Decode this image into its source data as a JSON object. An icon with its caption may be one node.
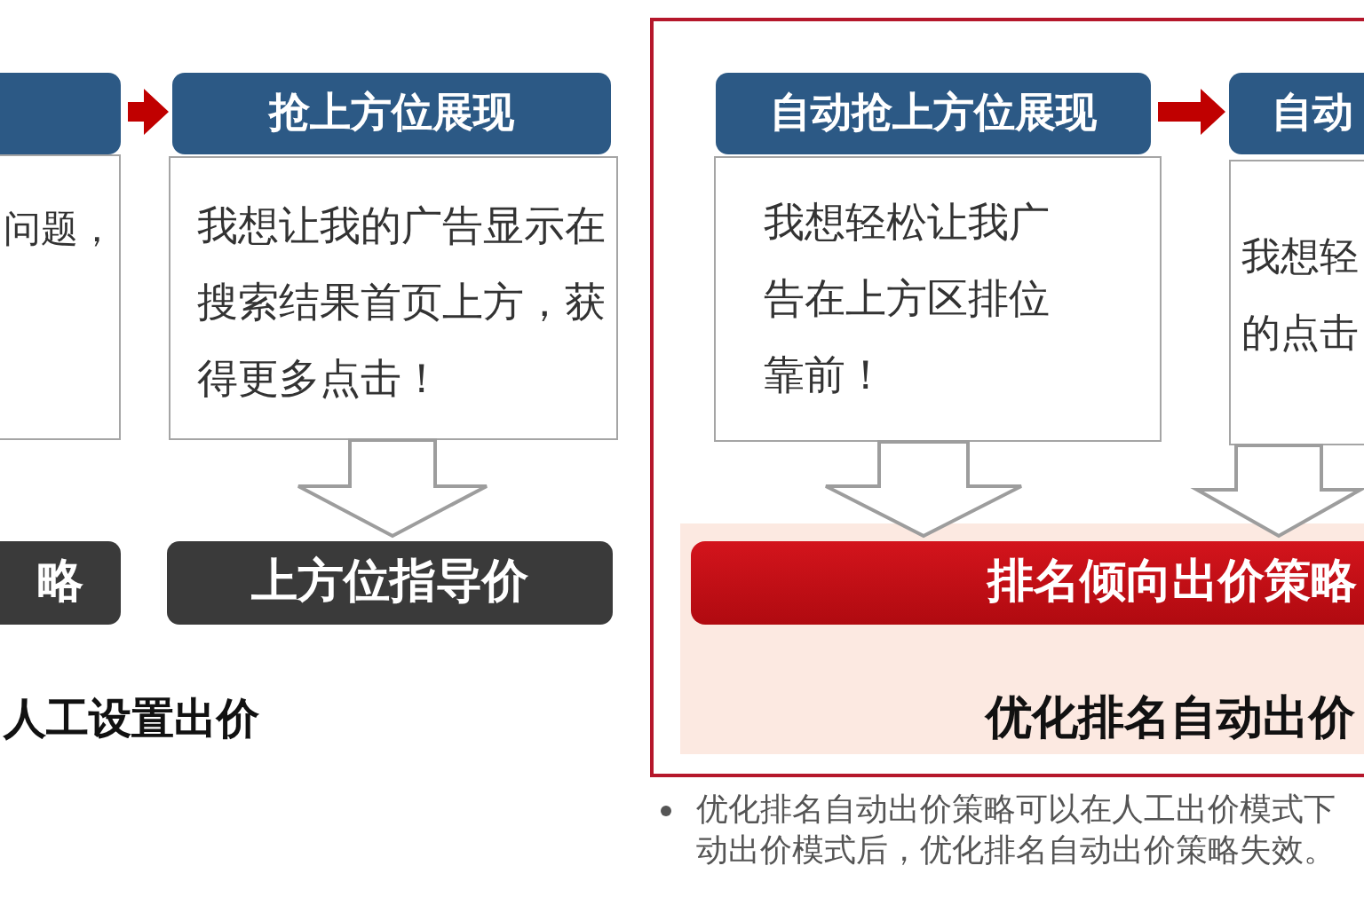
{
  "diagram": {
    "nodes": [
      {
        "text": [],
        "shape": "box"
      },
      {
        "text": [
          "问题，"
        ]
      },
      {
        "text": [
          "抢上方位展现"
        ]
      },
      {
        "text": [
          "我想让我的广告显示在搜索结果首页上方，获得更多点击！"
        ]
      },
      {
        "text": [
          "略"
        ]
      },
      {
        "text": [
          "上方位指导价"
        ]
      },
      {
        "text": [],
        "shape": "box"
      },
      {
        "text": [
          "自动抢上方位展现"
        ],
        "in": 6
      },
      {
        "text": [
          "我想轻松让我广告在上方区排位靠前！"
        ],
        "in": 6
      },
      {
        "text": [
          "自动"
        ],
        "in": 6
      },
      {
        "text": [
          "我想轻的点击"
        ],
        "in": 6
      },
      {
        "text": [
          "优化排名自动出价"
        ],
        "in": 6
      },
      {
        "text": [
          "排名倾向出价策略"
        ],
        "in": 11
      }
    ],
    "edges": [
      {
        "from": 0,
        "to": 2,
        "arrow": "to",
        "color": "#c00000"
      },
      {
        "from": 7,
        "to": 9,
        "arrow": "to",
        "color": "#c00000"
      },
      {
        "from": 3,
        "to": 5,
        "arrow": "to"
      },
      {
        "from": 8,
        "to": 12,
        "arrow": "to"
      },
      {
        "from": 10,
        "to": 12,
        "arrow": "to"
      }
    ],
    "labels": [
      "人工设置出价",
      "优化排名自动出价策略可以在人工出价模式下动出价模式后，优化排名自动出价策略失效。"
    ]
  }
}
